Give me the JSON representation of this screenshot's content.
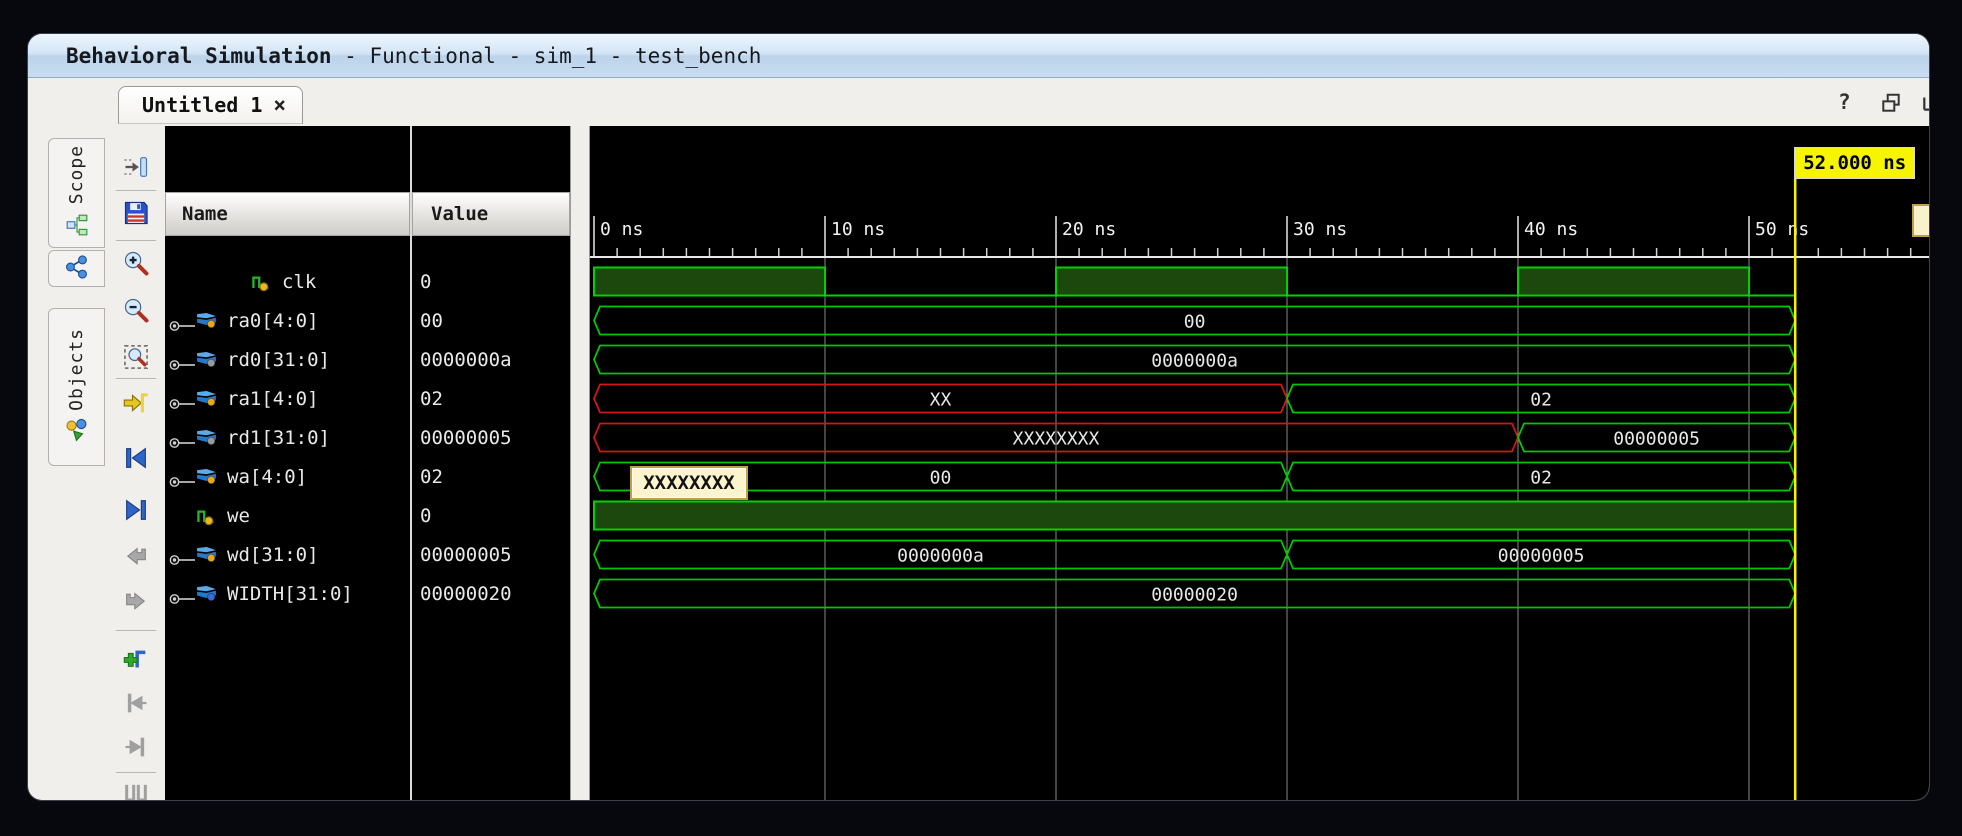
{
  "window": {
    "title_app": "Behavioral Simulation",
    "title_context": " - Functional - sim_1 - test_bench"
  },
  "sidebar": {
    "tabs": [
      {
        "label": "Scope",
        "icon": "scope-hierarchy-icon"
      },
      {
        "label": "",
        "icon": "share-icon"
      },
      {
        "label": "Objects",
        "icon": "objects-icon"
      }
    ]
  },
  "tabbar": {
    "wave_tab_label": "Untitled 1",
    "wave_tab_icon": "waveform-icon",
    "close_label": "×",
    "help_label": "?",
    "header_icons": [
      "help-icon",
      "float-window-icon",
      "maximize-icon"
    ]
  },
  "toolbar": {
    "icons": [
      "dock-icon",
      "save-icon",
      "zoom-in-icon",
      "zoom-out-icon",
      "zoom-fit-icon",
      "goto-time-icon",
      "prev-marker-icon",
      "next-marker-icon",
      "prev-transition-icon",
      "next-transition-icon",
      "add-marker-icon",
      "prev-edge-icon",
      "next-edge-icon",
      "swap-cursors-icon"
    ]
  },
  "signals_table": {
    "columns": [
      "Name",
      "Value"
    ],
    "rows": [
      {
        "name": "clk",
        "value": "0",
        "icon": "logic-icon",
        "dot": null,
        "expandable": false,
        "depth": 1
      },
      {
        "name": "ra0[4:0]",
        "value": "00",
        "icon": "bus-icon",
        "dot": "#e8a81c",
        "expandable": true,
        "depth": 0
      },
      {
        "name": "rd0[31:0]",
        "value": "0000000a",
        "icon": "bus-icon",
        "dot": "#9a9a9a",
        "expandable": true,
        "depth": 0
      },
      {
        "name": "ra1[4:0]",
        "value": "02",
        "icon": "bus-icon",
        "dot": "#e8a81c",
        "expandable": true,
        "depth": 0
      },
      {
        "name": "rd1[31:0]",
        "value": "00000005",
        "icon": "bus-icon",
        "dot": "#9a9a9a",
        "expandable": true,
        "depth": 0
      },
      {
        "name": "wa[4:0]",
        "value": "02",
        "icon": "bus-icon",
        "dot": "#e8a81c",
        "expandable": true,
        "depth": 0
      },
      {
        "name": "we",
        "value": "0",
        "icon": "logic-icon",
        "dot": null,
        "expandable": false,
        "depth": 0
      },
      {
        "name": "wd[31:0]",
        "value": "00000005",
        "icon": "bus-icon",
        "dot": "#e8a81c",
        "expandable": true,
        "depth": 0
      },
      {
        "name": "WIDTH[31:0]",
        "value": "00000020",
        "icon": "bus-icon",
        "dot": "#3a6ad4",
        "expandable": true,
        "depth": 0
      }
    ]
  },
  "tooltip": {
    "text": "XXXXXXXX"
  },
  "waveform": {
    "time_unit": "ns",
    "t_end": 52,
    "cursor": {
      "time": 52,
      "label": "52.000 ns"
    },
    "ruler": {
      "ticks": [
        {
          "t": 0,
          "label": "0 ns"
        },
        {
          "t": 10,
          "label": "10 ns"
        },
        {
          "t": 20,
          "label": "20 ns"
        },
        {
          "t": 30,
          "label": "30 ns"
        },
        {
          "t": 40,
          "label": "40 ns"
        },
        {
          "t": 50,
          "label": "50 ns"
        }
      ],
      "minor_step": 1
    },
    "colors": {
      "valid": "#00c800",
      "unknown": "#d01818",
      "high_fill": "#1c470d",
      "bit_line": "#00d200",
      "grid": "#8a8a8a",
      "cursor": "#f8f400",
      "label_text": "#e8e8e8"
    },
    "rows": [
      {
        "signal": "clk",
        "kind": "bit",
        "edges": [
          [
            0,
            1
          ],
          [
            10,
            0
          ],
          [
            20,
            1
          ],
          [
            30,
            0
          ],
          [
            40,
            1
          ],
          [
            50,
            0
          ]
        ]
      },
      {
        "signal": "ra0[4:0]",
        "kind": "bus",
        "segments": [
          {
            "t0": 0,
            "t1": 52,
            "label": "00",
            "state": "valid"
          }
        ]
      },
      {
        "signal": "rd0[31:0]",
        "kind": "bus",
        "segments": [
          {
            "t0": 0,
            "t1": 52,
            "label": "0000000a",
            "state": "valid"
          }
        ]
      },
      {
        "signal": "ra1[4:0]",
        "kind": "bus",
        "segments": [
          {
            "t0": 0,
            "t1": 30,
            "label": "XX",
            "state": "unknown"
          },
          {
            "t0": 30,
            "t1": 52,
            "label": "02",
            "state": "valid"
          }
        ]
      },
      {
        "signal": "rd1[31:0]",
        "kind": "bus",
        "segments": [
          {
            "t0": 0,
            "t1": 40,
            "label": "XXXXXXXX",
            "state": "unknown"
          },
          {
            "t0": 40,
            "t1": 52,
            "label": "00000005",
            "state": "valid"
          }
        ]
      },
      {
        "signal": "wa[4:0]",
        "kind": "bus",
        "segments": [
          {
            "t0": 0,
            "t1": 30,
            "label": "00",
            "state": "valid"
          },
          {
            "t0": 30,
            "t1": 52,
            "label": "02",
            "state": "valid"
          }
        ]
      },
      {
        "signal": "we",
        "kind": "bit",
        "edges": [
          [
            0,
            1
          ]
        ]
      },
      {
        "signal": "wd[31:0]",
        "kind": "bus",
        "segments": [
          {
            "t0": 0,
            "t1": 30,
            "label": "0000000a",
            "state": "valid"
          },
          {
            "t0": 30,
            "t1": 52,
            "label": "00000005",
            "state": "valid"
          }
        ]
      },
      {
        "signal": "WIDTH[31:0]",
        "kind": "bus",
        "segments": [
          {
            "t0": 0,
            "t1": 52,
            "label": "00000020",
            "state": "valid"
          }
        ]
      }
    ]
  }
}
